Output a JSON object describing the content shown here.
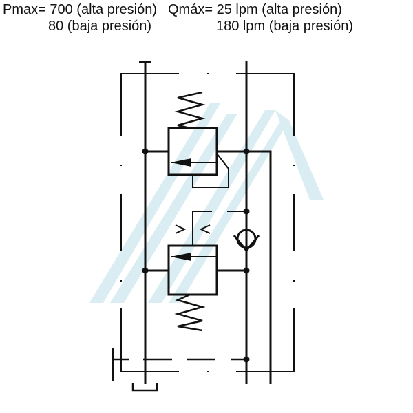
{
  "specs": {
    "pmax_line1": "Pmax= 700 (alta presión)",
    "pmax_line2": "80 (baja presión)",
    "qmax_line1": "Qmáx= 25 lpm (alta presión)",
    "qmax_line2": "180 lpm (baja presión)"
  },
  "colors": {
    "line": "#111111",
    "watermark": "#cfe8ee"
  }
}
